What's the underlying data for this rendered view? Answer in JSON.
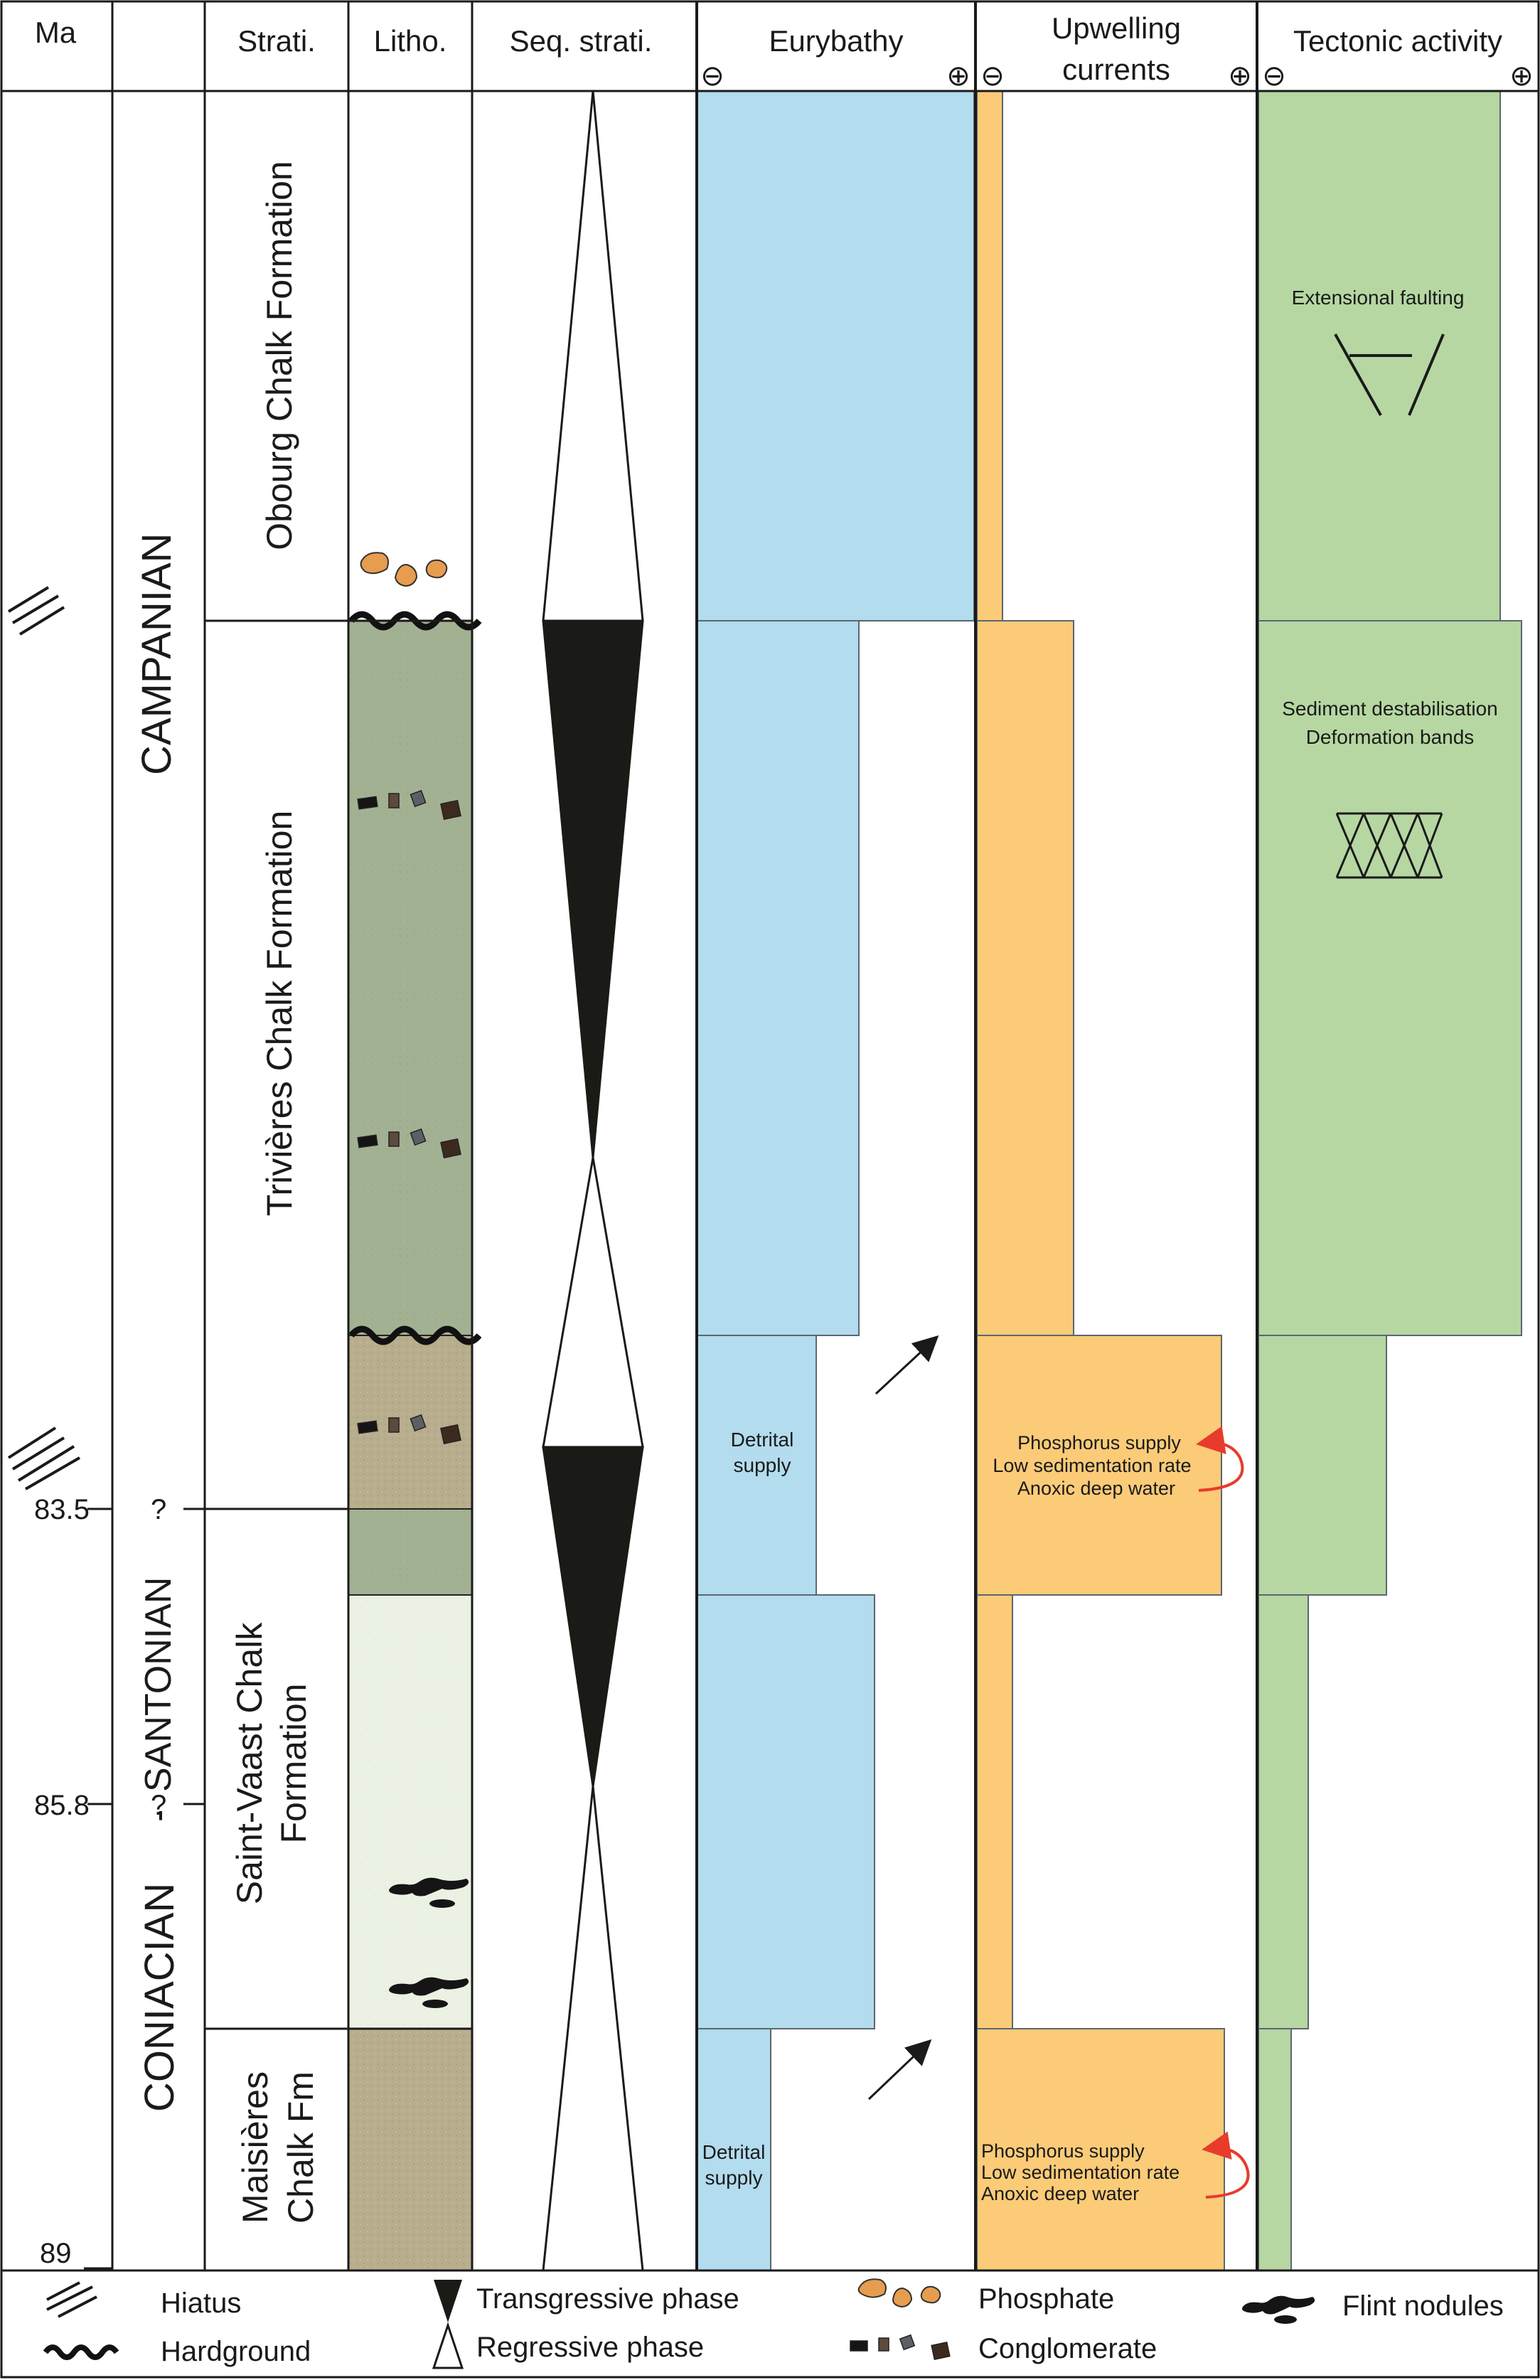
{
  "header": {
    "ma": "Ma",
    "strati": "Strati.",
    "litho": "Litho.",
    "seq": "Seq. strati.",
    "eurybathy": "Eurybathy",
    "upwelling_1": "Upwelling",
    "upwelling_2": "currents",
    "tectonic": "Tectonic activity",
    "minus_sign": "⊖",
    "plus_sign": "⊕"
  },
  "ages": {
    "ma_83_5": "83.5",
    "ma_85_8": "85.8",
    "ma_89": "89",
    "question": "?"
  },
  "stages": {
    "campanian": "CAMPANIAN",
    "santonian": "SANTONIAN",
    "coniacian": "CONIACIAN",
    "dash": "-"
  },
  "formations": {
    "obourg": "Obourg Chalk Formation",
    "trivieres": "Trivières Chalk Formation",
    "saint_vaast_1": "Saint-Vaast  Chalk",
    "saint_vaast_2": "Formation",
    "maisieres_1": "Maisières",
    "maisieres_2": "Chalk Fm"
  },
  "eurybathy_notes": {
    "detrital_1": "Detrital",
    "detrital_2": "supply"
  },
  "upwelling_notes": {
    "line_1": "Phosphorus supply",
    "line_2": "Low sedimentation rate",
    "line_3": "Anoxic deep water"
  },
  "tectonic_notes": {
    "extensional": "Extensional faulting",
    "destab_1": "Sediment destabilisation",
    "destab_2": "Deformation bands"
  },
  "legend": {
    "hiatus": "Hiatus",
    "hardground": "Hardground",
    "transgressive": "Transgressive phase",
    "regressive": "Regressive phase",
    "phosphate": "Phosphate",
    "conglomerate": "Conglomerate",
    "flint": "Flint nodules"
  },
  "colors": {
    "eurybathy": "#b3dcee",
    "upwelling": "#fbcb78",
    "tectonic": "#b6d7a2",
    "litho_green": "#a3b193",
    "litho_tan": "#b8ad8c",
    "litho_pale": "#ebf2e3",
    "seq_fill": "#1a1a17",
    "red_arrow": "#e83b2c",
    "phosphate": "#e79d4e"
  }
}
